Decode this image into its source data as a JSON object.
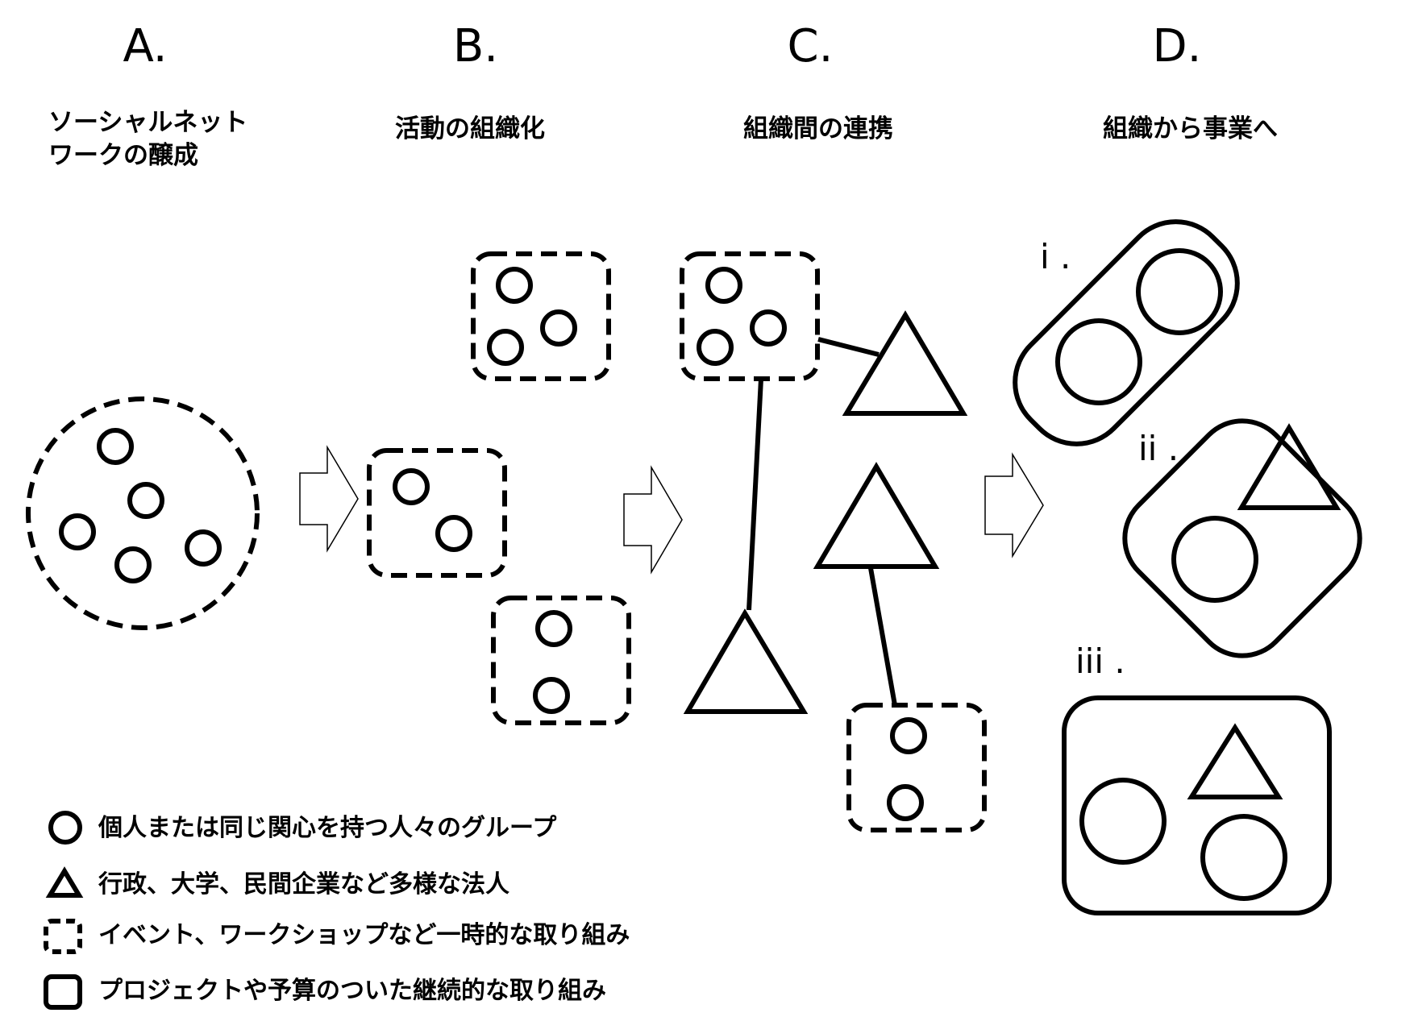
{
  "stages": [
    {
      "letter": "A.",
      "title": "ソーシャルネット\nワークの醸成"
    },
    {
      "letter": "B.",
      "title": "活動の組織化"
    },
    {
      "letter": "C.",
      "title": "組織間の連携"
    },
    {
      "letter": "D.",
      "title": "組織から事業へ"
    }
  ],
  "variants": [
    "i .",
    "ii .",
    "iii ."
  ],
  "legend": [
    {
      "icon": "circle-icon",
      "text": "個人または同じ関心を持つ人々のグループ"
    },
    {
      "icon": "triangle-icon",
      "text": "行政、大学、民間企業など多様な法人"
    },
    {
      "icon": "dashed-square-icon",
      "text": "イベント、ワークショップなど一時的な取り組み"
    },
    {
      "icon": "solid-square-icon",
      "text": "プロジェクトや予算のついた継続的な取り組み"
    }
  ]
}
